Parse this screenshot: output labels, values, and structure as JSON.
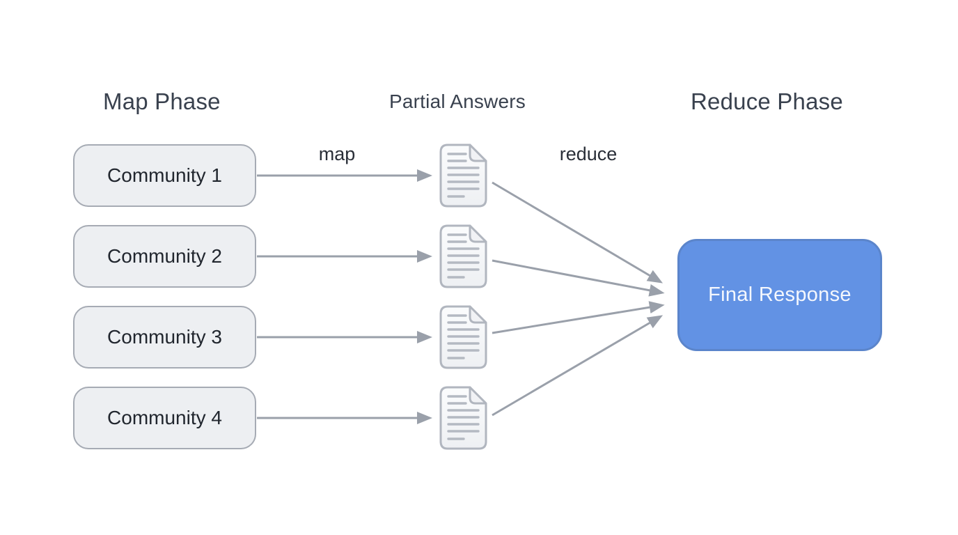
{
  "diagram": {
    "titles": {
      "map_phase": "Map Phase",
      "partial_answers": "Partial Answers",
      "reduce_phase": "Reduce Phase"
    },
    "map_nodes": [
      {
        "label": "Community 1"
      },
      {
        "label": "Community 2"
      },
      {
        "label": "Community 3"
      },
      {
        "label": "Community 4"
      }
    ],
    "edge_labels": {
      "map": "map",
      "reduce": "reduce"
    },
    "partial_answer_icons": [
      "document-icon",
      "document-icon",
      "document-icon",
      "document-icon"
    ],
    "final_node": {
      "label": "Final Response"
    },
    "colors": {
      "background": "#ffffff",
      "title_text": "#39414e",
      "node_fill": "#edeff2",
      "node_border": "#a6abb4",
      "node_text": "#21262e",
      "arrow": "#9aa0aa",
      "doc_fill_top": "#fbfcfd",
      "doc_fill_bottom": "#eef0f3",
      "doc_border": "#b1b6bf",
      "doc_lines": "#b4b9c2",
      "final_fill": "#6292e4",
      "final_border": "#5b85cb",
      "final_text": "#f4f7fd"
    }
  }
}
